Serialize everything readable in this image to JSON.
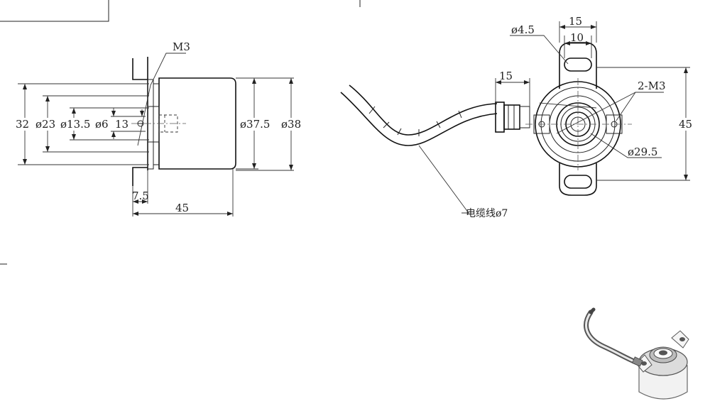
{
  "side_view": {
    "thread": "M3",
    "dia_32": "32",
    "dia_23": "ø23",
    "dia_13_5": "ø13.5",
    "dia_6": "ø6",
    "dim_13": "13",
    "dia_37_5": "ø37.5",
    "dia_38": "ø38",
    "len_7_5": "7.5",
    "len_45": "45"
  },
  "front_view": {
    "hole": "ø4.5",
    "width_15_top": "15",
    "width_10": "10",
    "gland_15": "15",
    "threads": "2-M3",
    "height_45": "45",
    "dia_29_5": "ø29.5",
    "cable": "电缆线ø7"
  }
}
